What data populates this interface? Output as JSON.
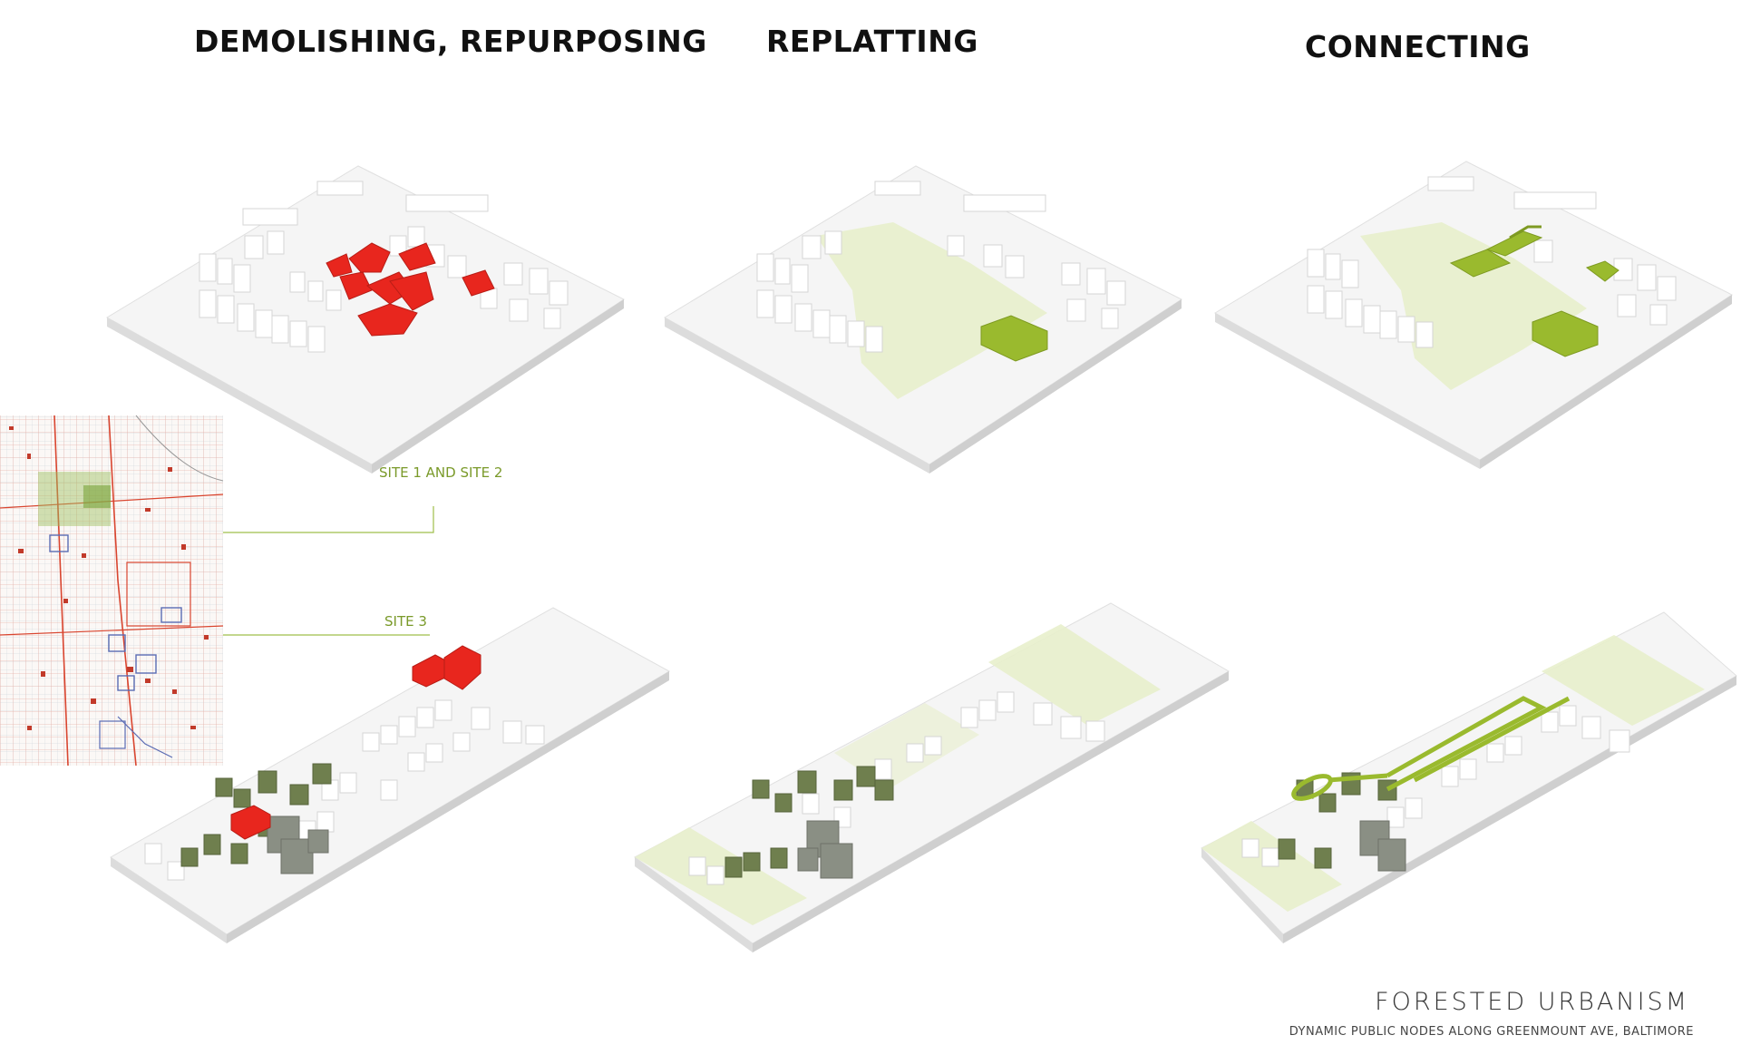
{
  "stages": {
    "demolish": "DEMOLISHING, REPURPOSING",
    "replat": "REPLATTING",
    "connect": "CONNECTING"
  },
  "sites": {
    "site12": "SITE 1 AND  SITE 2",
    "site3": "SITE 3"
  },
  "footer": {
    "title": "FORESTED  URBANISM",
    "subtitle": "DYNAMIC PUBLIC NODES ALONG GREENMOUNT AVE, BALTIMORE"
  },
  "colors": {
    "demolish_red": "#e8261e",
    "park_light_green": "#e8efcc",
    "new_building_green": "#9aba2e",
    "tree_green": "#6f7f4e",
    "gray_building": "#8a8f84",
    "base": "#f4f4f4",
    "map_red": "#d9452f",
    "map_blue": "#5a6bb3"
  }
}
